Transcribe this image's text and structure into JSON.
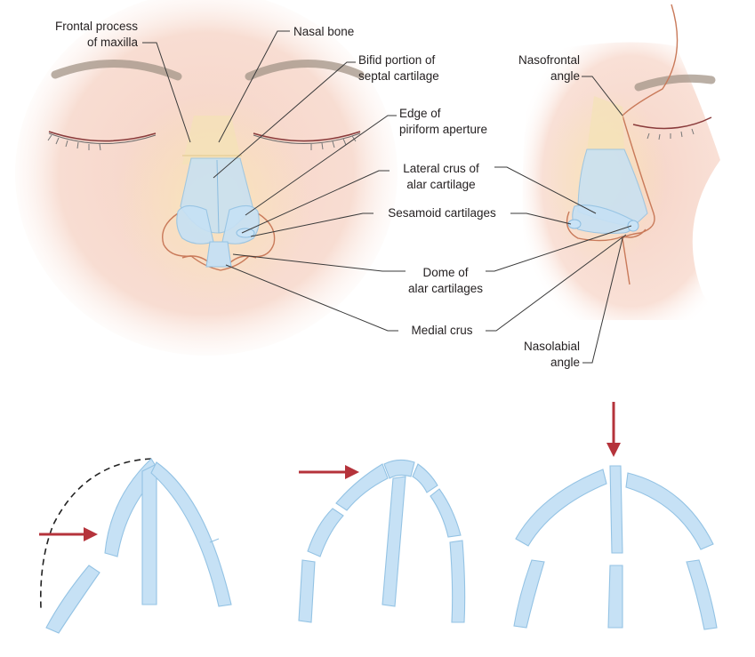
{
  "labels": {
    "frontal_process_1": "Frontal process",
    "frontal_process_2": "of maxilla",
    "nasal_bone": "Nasal bone",
    "bifid_1": "Bifid portion of",
    "bifid_2": "septal cartilage",
    "edge_1": "Edge of",
    "edge_2": "piriform aperture",
    "lateral_crus_1": "Lateral crus of",
    "lateral_crus_2": "alar cartilage",
    "sesamoid": "Sesamoid cartilages",
    "dome_1": "Dome of",
    "dome_2": "alar cartilages",
    "medial_crus": "Medial crus",
    "nasofrontal_1": "Nasofrontal",
    "nasofrontal_2": "angle",
    "nasolabial_1": "Nasolabial",
    "nasolabial_2": "angle"
  },
  "colors": {
    "skin": "#f7d9cc",
    "skin_edge": "#fbeae3",
    "cartilage": "#c6e1f5",
    "cartilage_stroke": "#94c3e4",
    "arrow": "#b5333b",
    "leader": "#3a3a3a",
    "dashed_line": "#222222"
  }
}
